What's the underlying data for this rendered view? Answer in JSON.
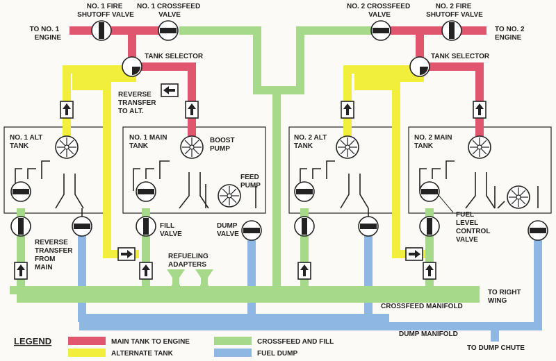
{
  "colors": {
    "main": "#e0566f",
    "alt": "#f1ef3c",
    "crossfeed": "#a6d98a",
    "dump": "#8fb7e3",
    "outline": "#222222",
    "background": "#fbfaf7"
  },
  "labels": {
    "to_no1_engine": [
      "TO NO. 1",
      "ENGINE"
    ],
    "to_no2_engine": [
      "TO NO. 2",
      "ENGINE"
    ],
    "no1_fire_valve": [
      "NO. 1 FIRE",
      "SHUTOFF VALVE"
    ],
    "no1_crossfeed_valve": [
      "NO. 1 CROSSFEED",
      "VALVE"
    ],
    "no2_crossfeed_valve": [
      "NO. 2 CROSSFEED",
      "VALVE"
    ],
    "no2_fire_valve": [
      "NO. 2 FIRE",
      "SHUTOFF VALVE"
    ],
    "tank_selector_left": "TANK SELECTOR",
    "tank_selector_right": "TANK SELECTOR",
    "reverse_transfer_to_alt": [
      "REVERSE",
      "TRANSFER",
      "TO ALT."
    ],
    "no1_alt_tank": [
      "NO. 1 ALT",
      "TANK"
    ],
    "no1_main_tank": [
      "NO. 1 MAIN",
      "TANK"
    ],
    "no2_alt_tank": [
      "NO. 2 ALT",
      "TANK"
    ],
    "no2_main_tank": [
      "NO. 2 MAIN",
      "TANK"
    ],
    "boost_pump": [
      "BOOST",
      "PUMP"
    ],
    "feed_pump": [
      "FEED",
      "PUMP"
    ],
    "fill_valve": [
      "FILL",
      "VALVE"
    ],
    "dump_valve": [
      "DUMP",
      "VALVE"
    ],
    "reverse_transfer_from_main": [
      "REVERSE",
      "TRANSFER",
      "FROM",
      "MAIN"
    ],
    "refueling_adapters": [
      "REFUELING",
      "ADAPTERS"
    ],
    "fuel_level_control_valve": [
      "FUEL",
      "LEVEL",
      "CONTROL",
      "VALVE"
    ],
    "to_right_wing": [
      "TO RIGHT",
      "WING"
    ],
    "crossfeed_manifold": "CROSSFEED MANIFOLD",
    "dump_manifold": "DUMP MANIFOLD",
    "to_dump_chute": "TO DUMP CHUTE"
  },
  "legend": {
    "title": "LEGEND",
    "items": [
      {
        "label": "MAIN TANK TO ENGINE",
        "color": "#e0566f"
      },
      {
        "label": "ALTERNATE TANK",
        "color": "#f1ef3c"
      },
      {
        "label": "CROSSFEED AND FILL",
        "color": "#a6d98a"
      },
      {
        "label": "FUEL DUMP",
        "color": "#8fb7e3"
      }
    ]
  }
}
